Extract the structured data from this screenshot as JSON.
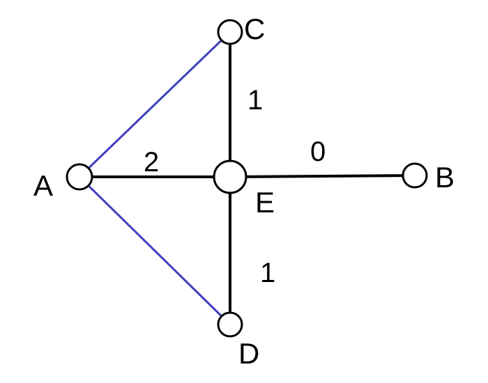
{
  "colors": {
    "edge_black": "#000000",
    "edge_blue": "#3f3fbf",
    "node_fill": "#ffffff",
    "node_stroke": "#000000"
  },
  "nodes": [
    {
      "id": "A",
      "label": "A"
    },
    {
      "id": "B",
      "label": "B"
    },
    {
      "id": "C",
      "label": "C"
    },
    {
      "id": "D",
      "label": "D"
    },
    {
      "id": "E",
      "label": "E"
    }
  ],
  "edges": [
    {
      "from": "A",
      "to": "E",
      "weight": "2",
      "color": "black"
    },
    {
      "from": "E",
      "to": "B",
      "weight": "0",
      "color": "black"
    },
    {
      "from": "E",
      "to": "C",
      "weight": "1",
      "color": "black"
    },
    {
      "from": "E",
      "to": "D",
      "weight": "1",
      "color": "black"
    },
    {
      "from": "A",
      "to": "C",
      "weight": "",
      "color": "blue"
    },
    {
      "from": "A",
      "to": "D",
      "weight": "",
      "color": "blue"
    }
  ]
}
